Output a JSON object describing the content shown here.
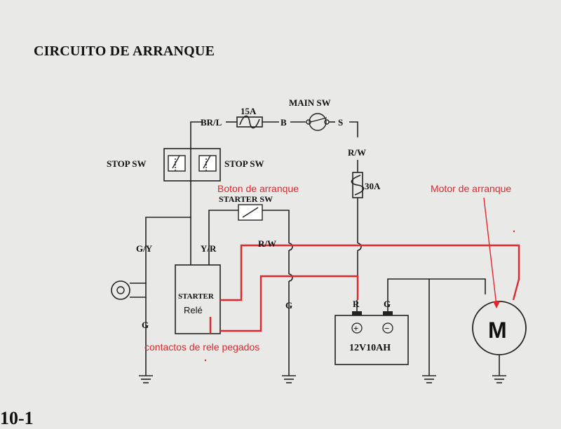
{
  "title": "CIRCUITO DE ARRANQUE",
  "labels": {
    "br_l": "BR/L",
    "fuse_15": "15A",
    "b": "B",
    "main_sw": "MAIN SW",
    "s": "S",
    "r_w_top": "R/W",
    "fuse_30": "30A",
    "stop_sw_left": "STOP SW",
    "stop_sw_right": "STOP SW",
    "starter_sw": "STARTER SW",
    "g_y": "G/Y",
    "y_r": "Y/R",
    "r_w_mid": "R/W",
    "starter": "STARTER",
    "g_left": "G",
    "g_mid": "G",
    "r_batt": "R",
    "g_batt": "G",
    "battery": "12V10AH",
    "battery_plus": "+",
    "battery_minus": "−",
    "motor": "M"
  },
  "annotations": {
    "boton": "Boton de arranque",
    "motor": "Motor de arranque",
    "rele": "Relé",
    "contactos": "contactos de rele pegados"
  },
  "colors": {
    "annotation": "#e2262a",
    "wire": "#222222",
    "background": "#e9e9e7"
  },
  "footer_partial": "10-1"
}
